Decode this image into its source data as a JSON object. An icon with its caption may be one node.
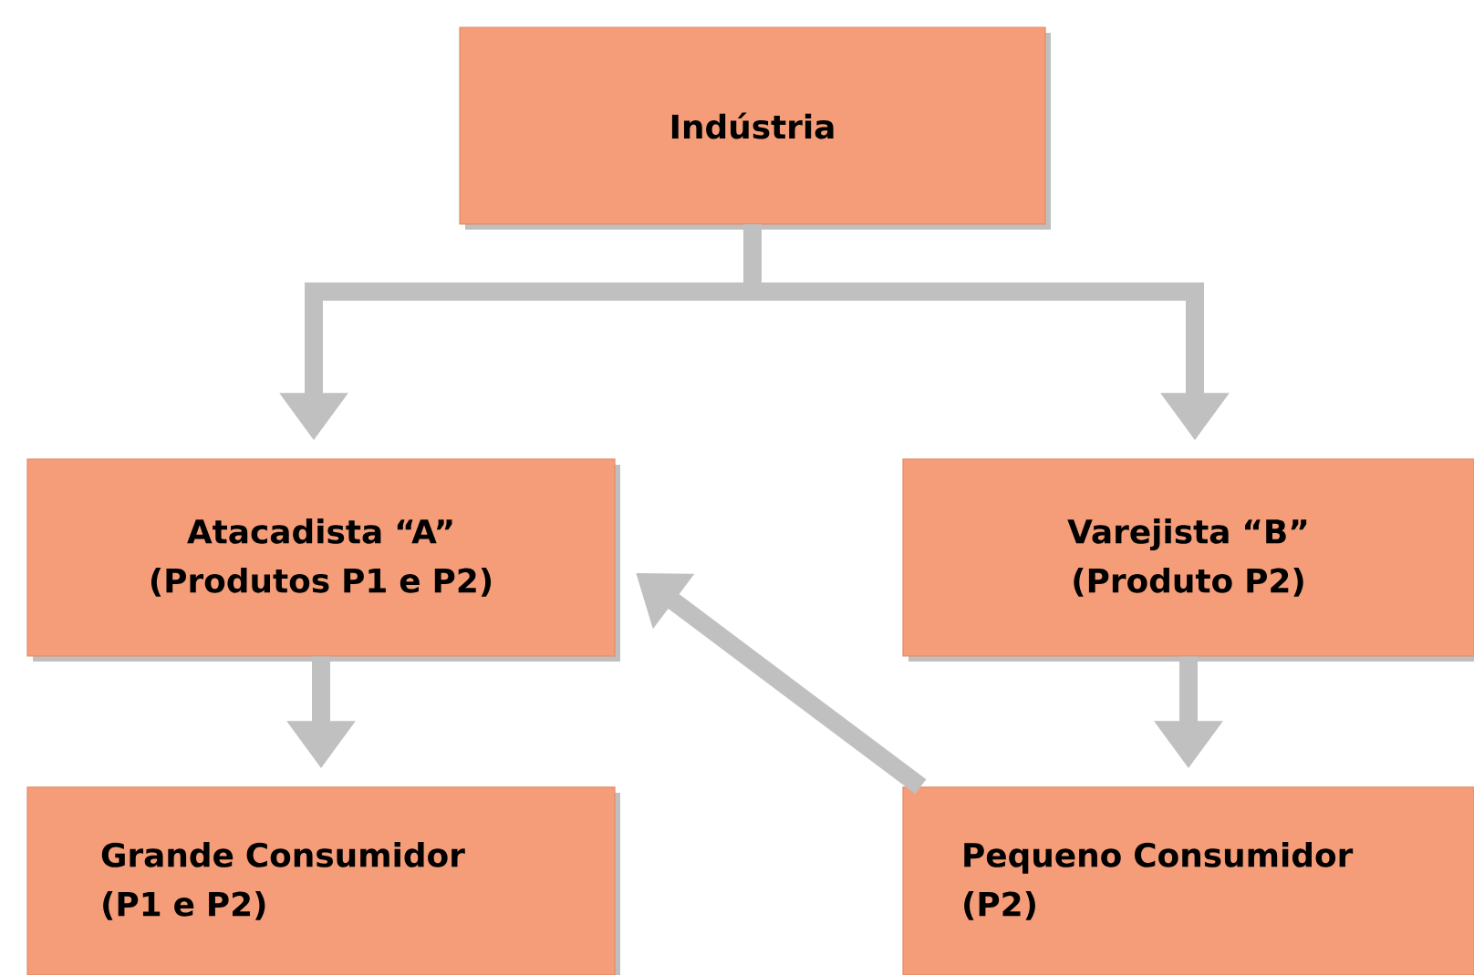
{
  "diagram": {
    "nodes": [
      {
        "text": [
          "Indústria"
        ]
      },
      {
        "text": [
          "Atacadista “A”",
          "(Produtos P1 e P2)"
        ]
      },
      {
        "text": [
          "Varejista “B”",
          "(Produto P2)"
        ]
      },
      {
        "text": [
          "Grande Consumidor",
          "(P1 e P2)"
        ]
      },
      {
        "text": [
          "Pequeno Consumidor",
          "(P2)"
        ]
      }
    ],
    "edges": [
      {
        "from": 0,
        "to": 1,
        "arrow": "to"
      },
      {
        "from": 0,
        "to": 2,
        "arrow": "to"
      },
      {
        "from": 1,
        "to": 3,
        "arrow": "to"
      },
      {
        "from": 2,
        "to": 4,
        "arrow": "to"
      },
      {
        "from": 4,
        "to": 1,
        "arrow": "to"
      }
    ]
  }
}
